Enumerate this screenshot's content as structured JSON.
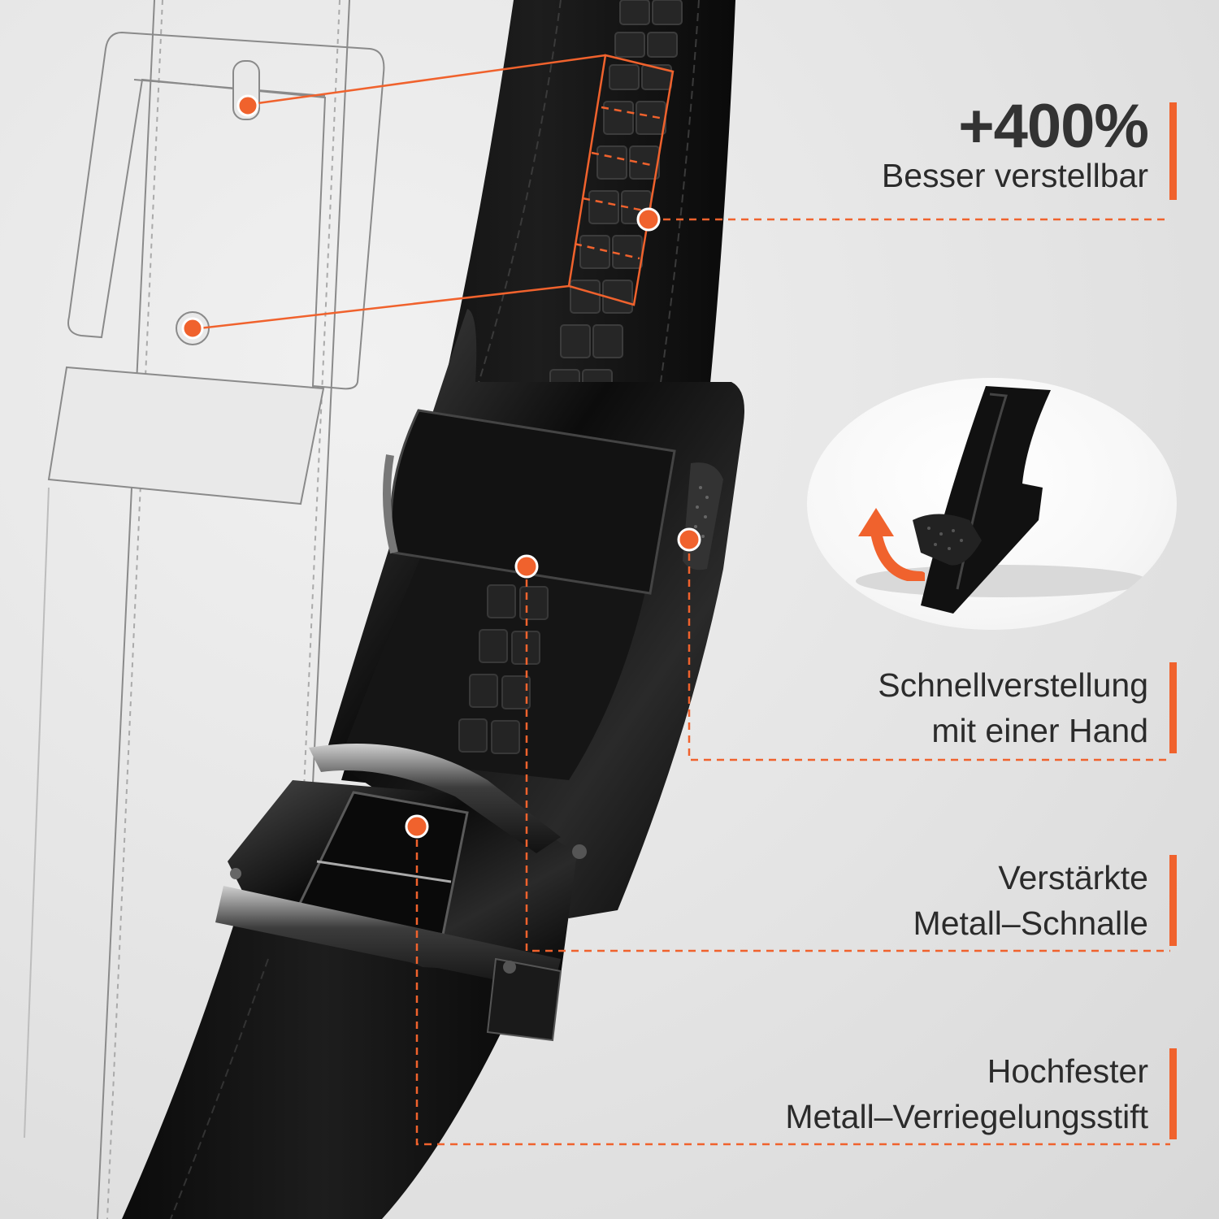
{
  "accent_color": "#f0622d",
  "callouts": {
    "adjust": {
      "value": "+400%",
      "text": "Besser verstellbar"
    },
    "quick": {
      "line1": "Schnellverstellung",
      "line2": "mit einer Hand"
    },
    "buckle": {
      "line1": "Verstärkte",
      "line2": "Metall–Schnalle"
    },
    "pin": {
      "line1": "Hochfester",
      "line2": "Metall–Verriegelungsstift"
    }
  },
  "icons": [
    "belt-sketch-illustration",
    "ratchet-belt-photo",
    "lever-inset-illustration",
    "curved-arrow-icon"
  ]
}
